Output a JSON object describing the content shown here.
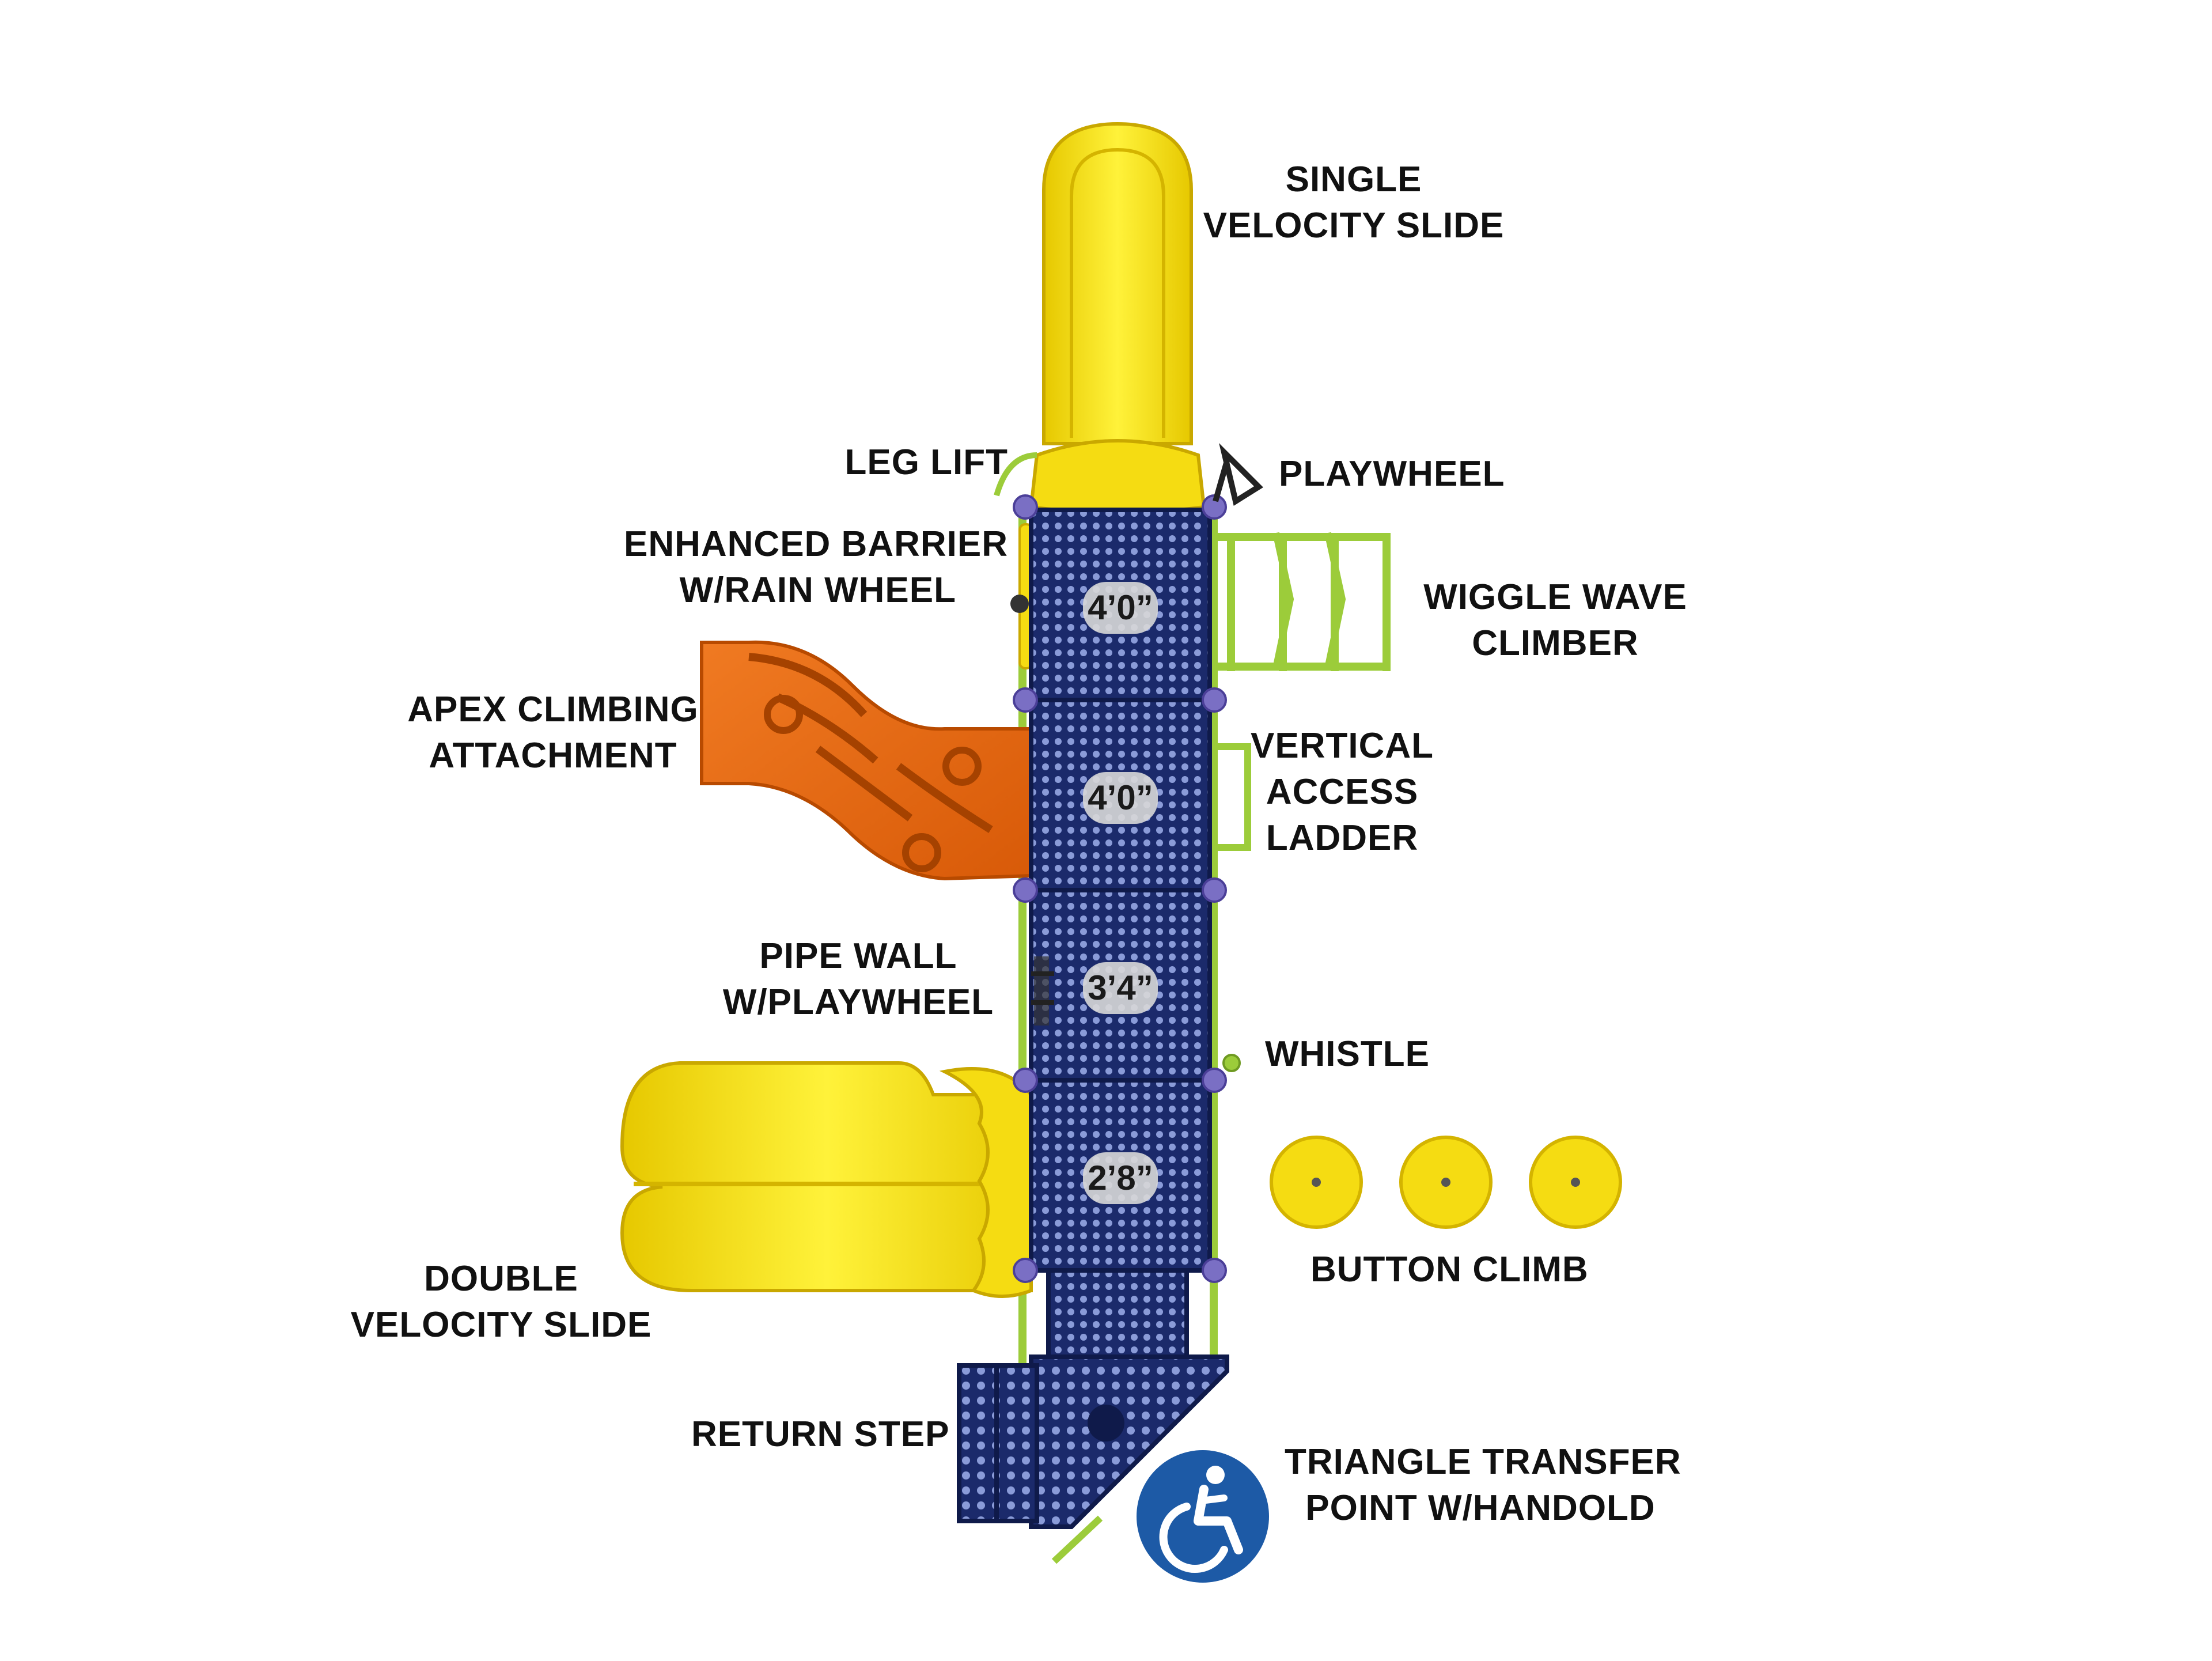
{
  "labels": {
    "single_velocity_slide": [
      "SINGLE",
      "VELOCITY SLIDE"
    ],
    "leg_lift": "LEG LIFT",
    "playwheel": "PLAYWHEEL",
    "enhanced_barrier": [
      "ENHANCED BARRIER",
      "W/RAIN WHEEL"
    ],
    "wiggle_wave_climber": [
      "WIGGLE WAVE",
      "CLIMBER"
    ],
    "apex_climbing_attachment": [
      "APEX CLIMBING",
      "ATTACHMENT"
    ],
    "vertical_access_ladder": [
      "VERTICAL",
      "ACCESS",
      "LADDER"
    ],
    "pipe_wall": [
      "PIPE WALL",
      "W/PLAYWHEEL"
    ],
    "whistle": "WHISTLE",
    "button_climb": "BUTTON CLIMB",
    "double_velocity_slide": [
      "DOUBLE",
      "VELOCITY SLIDE"
    ],
    "return_step": "RETURN STEP",
    "triangle_transfer": [
      "TRIANGLE TRANSFER",
      "POINT W/HANDOLD"
    ]
  },
  "deck_heights": [
    "4’0”",
    "4’0”",
    "3’4”",
    "2’8”"
  ],
  "colors": {
    "deck_navy": "#1b2a6b",
    "slide_yellow": "#f7e21a",
    "climber_orange": "#ee6a12",
    "frame_green": "#9ccc3a",
    "clamp_purple": "#7a6fc4",
    "accessibility_blue": "#1d5aa6"
  },
  "icons": {
    "accessibility": "accessible-wheelchair-icon"
  }
}
